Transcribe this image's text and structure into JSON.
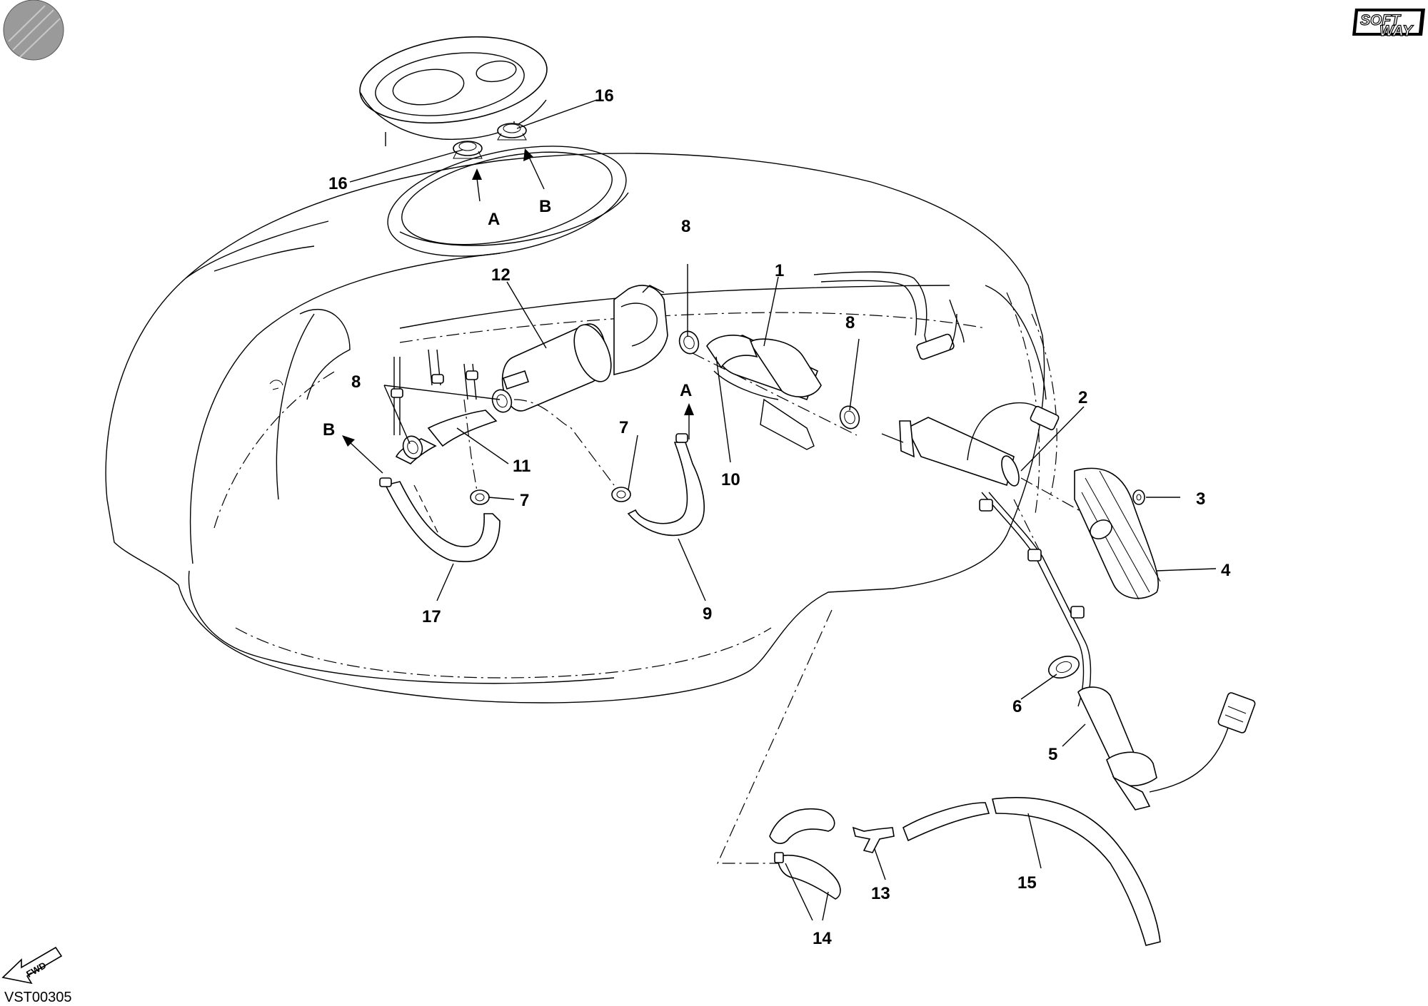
{
  "drawing_code": "VST00305",
  "brand_logo": {
    "line1": "SOFT",
    "line2": "WAY"
  },
  "fwd_label": "FWD",
  "colors": {
    "ink": "#000000",
    "paper": "#ffffff",
    "corner_mark": "#9a9a9a"
  },
  "callouts": {
    "c1": "1",
    "c2": "2",
    "c3": "3",
    "c4": "4",
    "c5": "5",
    "c6": "6",
    "c7a": "7",
    "c7b": "7",
    "c8a": "8",
    "c8b": "8",
    "c8c": "8",
    "c9": "9",
    "c10": "10",
    "c11": "11",
    "c12": "12",
    "c13": "13",
    "c14": "14",
    "c15": "15",
    "c16a": "16",
    "c16b": "16",
    "c17": "17"
  },
  "connection_letters": {
    "a_top": "A",
    "b_top": "B",
    "a_mid": "A",
    "b_left": "B"
  }
}
